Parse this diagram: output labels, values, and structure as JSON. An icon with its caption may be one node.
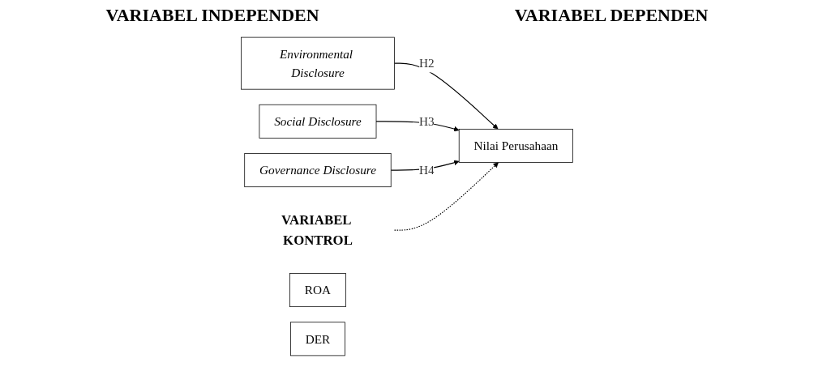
{
  "diagram": {
    "nodes": [
      {
        "text": [
          "Environmental Disclosure"
        ]
      },
      {
        "text": [
          "Social Disclosure"
        ]
      },
      {
        "text": [
          "Governance Disclosure"
        ]
      },
      {
        "text": [
          "Nilai Perusahaan"
        ]
      },
      {
        "text": [
          "VARIABEL KONTROL"
        ]
      },
      {
        "text": [
          "ROA"
        ]
      },
      {
        "text": [
          "DER"
        ]
      }
    ],
    "edges": [
      {
        "from": 0,
        "to": 3,
        "arrow": "to",
        "label": "H2"
      },
      {
        "from": 1,
        "to": 3,
        "arrow": "to",
        "label": "H3"
      },
      {
        "from": 2,
        "to": 3,
        "arrow": "to",
        "label": "H4"
      },
      {
        "from": 4,
        "to": 3,
        "arrow": "to",
        "style": "dashed"
      }
    ],
    "labels": [
      "VARIABEL INDEPENDEN",
      "VARIABEL DEPENDEN"
    ]
  }
}
